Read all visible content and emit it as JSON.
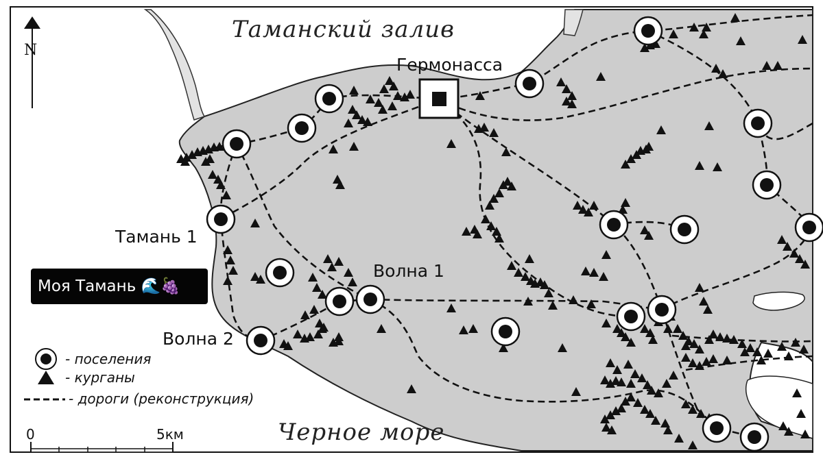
{
  "water_labels": {
    "gulf": "Таманский залив",
    "sea": "Черное море"
  },
  "places": [
    {
      "name": "Гермонасса",
      "type": "city"
    },
    {
      "name": "Тамань 1",
      "type": "settlement"
    },
    {
      "name": "Волна 1",
      "type": "settlement"
    },
    {
      "name": "Волна 2",
      "type": "settlement"
    }
  ],
  "legend": {
    "settlements": "- поселения",
    "kurgans": "- курганы",
    "roads": "- дороги (реконструкция)"
  },
  "scale": {
    "start": "0",
    "end": "5км"
  },
  "north": "N",
  "badge": {
    "text": "Моя Тамань 🌊🍇"
  },
  "colors": {
    "land": "#cdcdcd",
    "water": "#ffffff",
    "symbols": "#111111",
    "badge": "#050505"
  }
}
